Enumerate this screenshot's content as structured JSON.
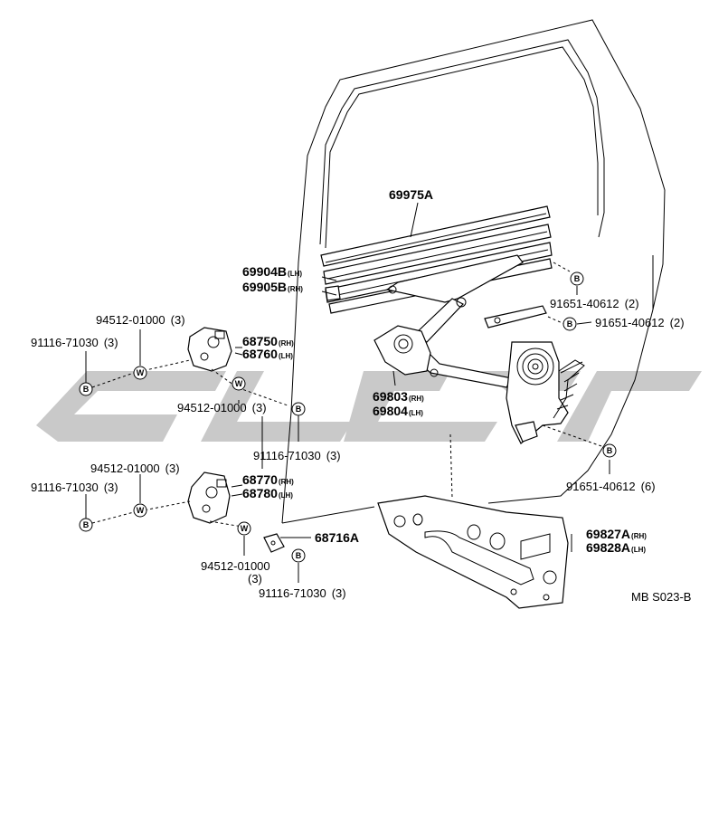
{
  "labels": {
    "p69975a": "69975A",
    "p69904b": "69904B",
    "p69905b": "69905B",
    "lh": "(LH)",
    "rh": "(RH)",
    "p91651_a": "91651-40612",
    "p91651_a_qty": "(2)",
    "p91651_b": "91651-40612",
    "p91651_b_qty": "(2)",
    "p91651_c": "91651-40612",
    "p91651_c_qty": "(6)",
    "p94512_a": "94512-01000",
    "p94512_a_qty": "(3)",
    "p91116_a": "91116-71030",
    "p91116_a_qty": "(3)",
    "p68750": "68750",
    "p68760": "68760",
    "p94512_b": "94512-01000",
    "p94512_b_qty": "(3)",
    "p69803": "69803",
    "p69804": "69804",
    "p91116_b": "91116-71030",
    "p91116_b_qty": "(3)",
    "p94512_c": "94512-01000",
    "p94512_c_qty": "(3)",
    "p68770": "68770",
    "p68780": "68780",
    "p91116_c": "91116-71030",
    "p91116_c_qty": "(3)",
    "p68716a": "68716A",
    "p94512_d": "94512-01000",
    "p94512_d_qty": "(3)",
    "p91116_d": "91116-71030",
    "p91116_d_qty": "(3)",
    "p69827a": "69827A",
    "p69828a": "69828A",
    "diagram_code": "MB S023-B"
  },
  "symbols": {
    "bolt": "B",
    "washer": "W"
  },
  "colors": {
    "ink": "#000000",
    "watermark": "#c9c9c9",
    "background": "#ffffff"
  }
}
